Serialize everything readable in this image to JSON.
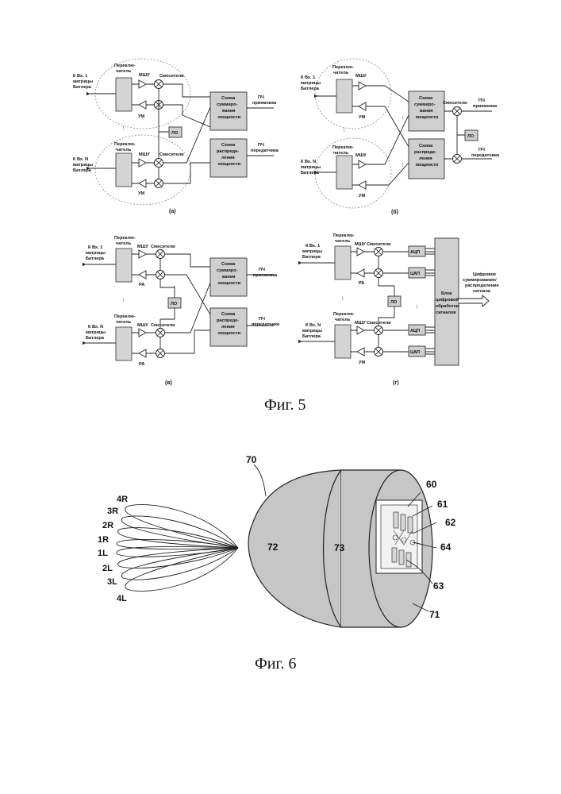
{
  "figure5": {
    "caption": "Фиг. 5",
    "panels": {
      "a": {
        "label": "(а)",
        "in1": [
          "К Вх. 1",
          "матрицы",
          "Батлера"
        ],
        "inN": [
          "К Вх. N",
          "матрицы",
          "Батлера"
        ],
        "switch": [
          "Переклю-",
          "чатель"
        ],
        "lna": "МШУ",
        "mixers": "Смесители",
        "pa": "УМ",
        "lo": "ЛО",
        "sum": [
          "Схема",
          "суммиро-",
          "вания",
          "мощности"
        ],
        "dist": [
          "Схема",
          "распреде-",
          "ления",
          "мощности"
        ],
        "rx_if": [
          "ПЧ",
          "приемника"
        ],
        "tx_if": [
          "ПЧ",
          "передатчика"
        ]
      },
      "b": {
        "label": "(б)",
        "in1": [
          "К Вх. 1",
          "матрицы",
          "Батлера"
        ],
        "inN": [
          "К Вх. N",
          "матрицы",
          "Батлера"
        ],
        "switch": [
          "Переклю-",
          "чатель"
        ],
        "lna": "МШУ",
        "mixers": "Смесители",
        "pa": "УМ",
        "lo": "ЛО",
        "sum": [
          "Схема",
          "суммиро-",
          "вания",
          "мощности"
        ],
        "dist": [
          "Схема",
          "распреде-",
          "ления",
          "мощности"
        ],
        "rx_if": [
          "ПЧ",
          "приемника"
        ],
        "tx_if": [
          "ПЧ",
          "передатчика"
        ]
      },
      "c": {
        "label": "(в)",
        "in1": [
          "К Вх. 1",
          "матрицы",
          "Батлера"
        ],
        "inN": [
          "К Вх. N",
          "матрицы",
          "Батлера"
        ],
        "switch": [
          "Переклю-",
          "чатель"
        ],
        "lna": "МШУ",
        "mixers": "Смесители",
        "pa": "РА",
        "lo": "ЛО",
        "sum": [
          "Схема",
          "суммиро-",
          "вания",
          "мощности"
        ],
        "dist": [
          "Схема",
          "распреде-",
          "ления",
          "мощности"
        ],
        "rx_if": [
          "ПЧ",
          "приемника"
        ],
        "tx_if": [
          "ПЧ",
          "передатчика"
        ]
      },
      "d": {
        "label": "(г)",
        "in1": [
          "К Вх. 1",
          "матрицы",
          "Батлера"
        ],
        "inN": [
          "К Вх. N",
          "матрицы",
          "Батлера"
        ],
        "switch": [
          "Переклю-",
          "чатель"
        ],
        "lna": "МШУ",
        "mixers": "Смесители",
        "pa_top": "РА",
        "pa_bottom": "УМ",
        "lo": "ЛО",
        "adc": "АЦП",
        "dac": "ЦАП",
        "dsp": [
          "Блок",
          "цифровой",
          "обработки",
          "сигналов"
        ],
        "out": [
          "Цифровое",
          "суммирование/",
          "распределение",
          "сигнала"
        ]
      }
    }
  },
  "figure6": {
    "caption": "Фиг. 6",
    "beams": [
      "4R",
      "3R",
      "2R",
      "1R",
      "1L",
      "2L",
      "3L",
      "4L"
    ],
    "refs": {
      "r70": "70",
      "r71": "71",
      "r72": "72",
      "r73": "73",
      "r60": "60",
      "r61": "61",
      "r62": "62",
      "r63": "63",
      "r64": "64"
    }
  }
}
